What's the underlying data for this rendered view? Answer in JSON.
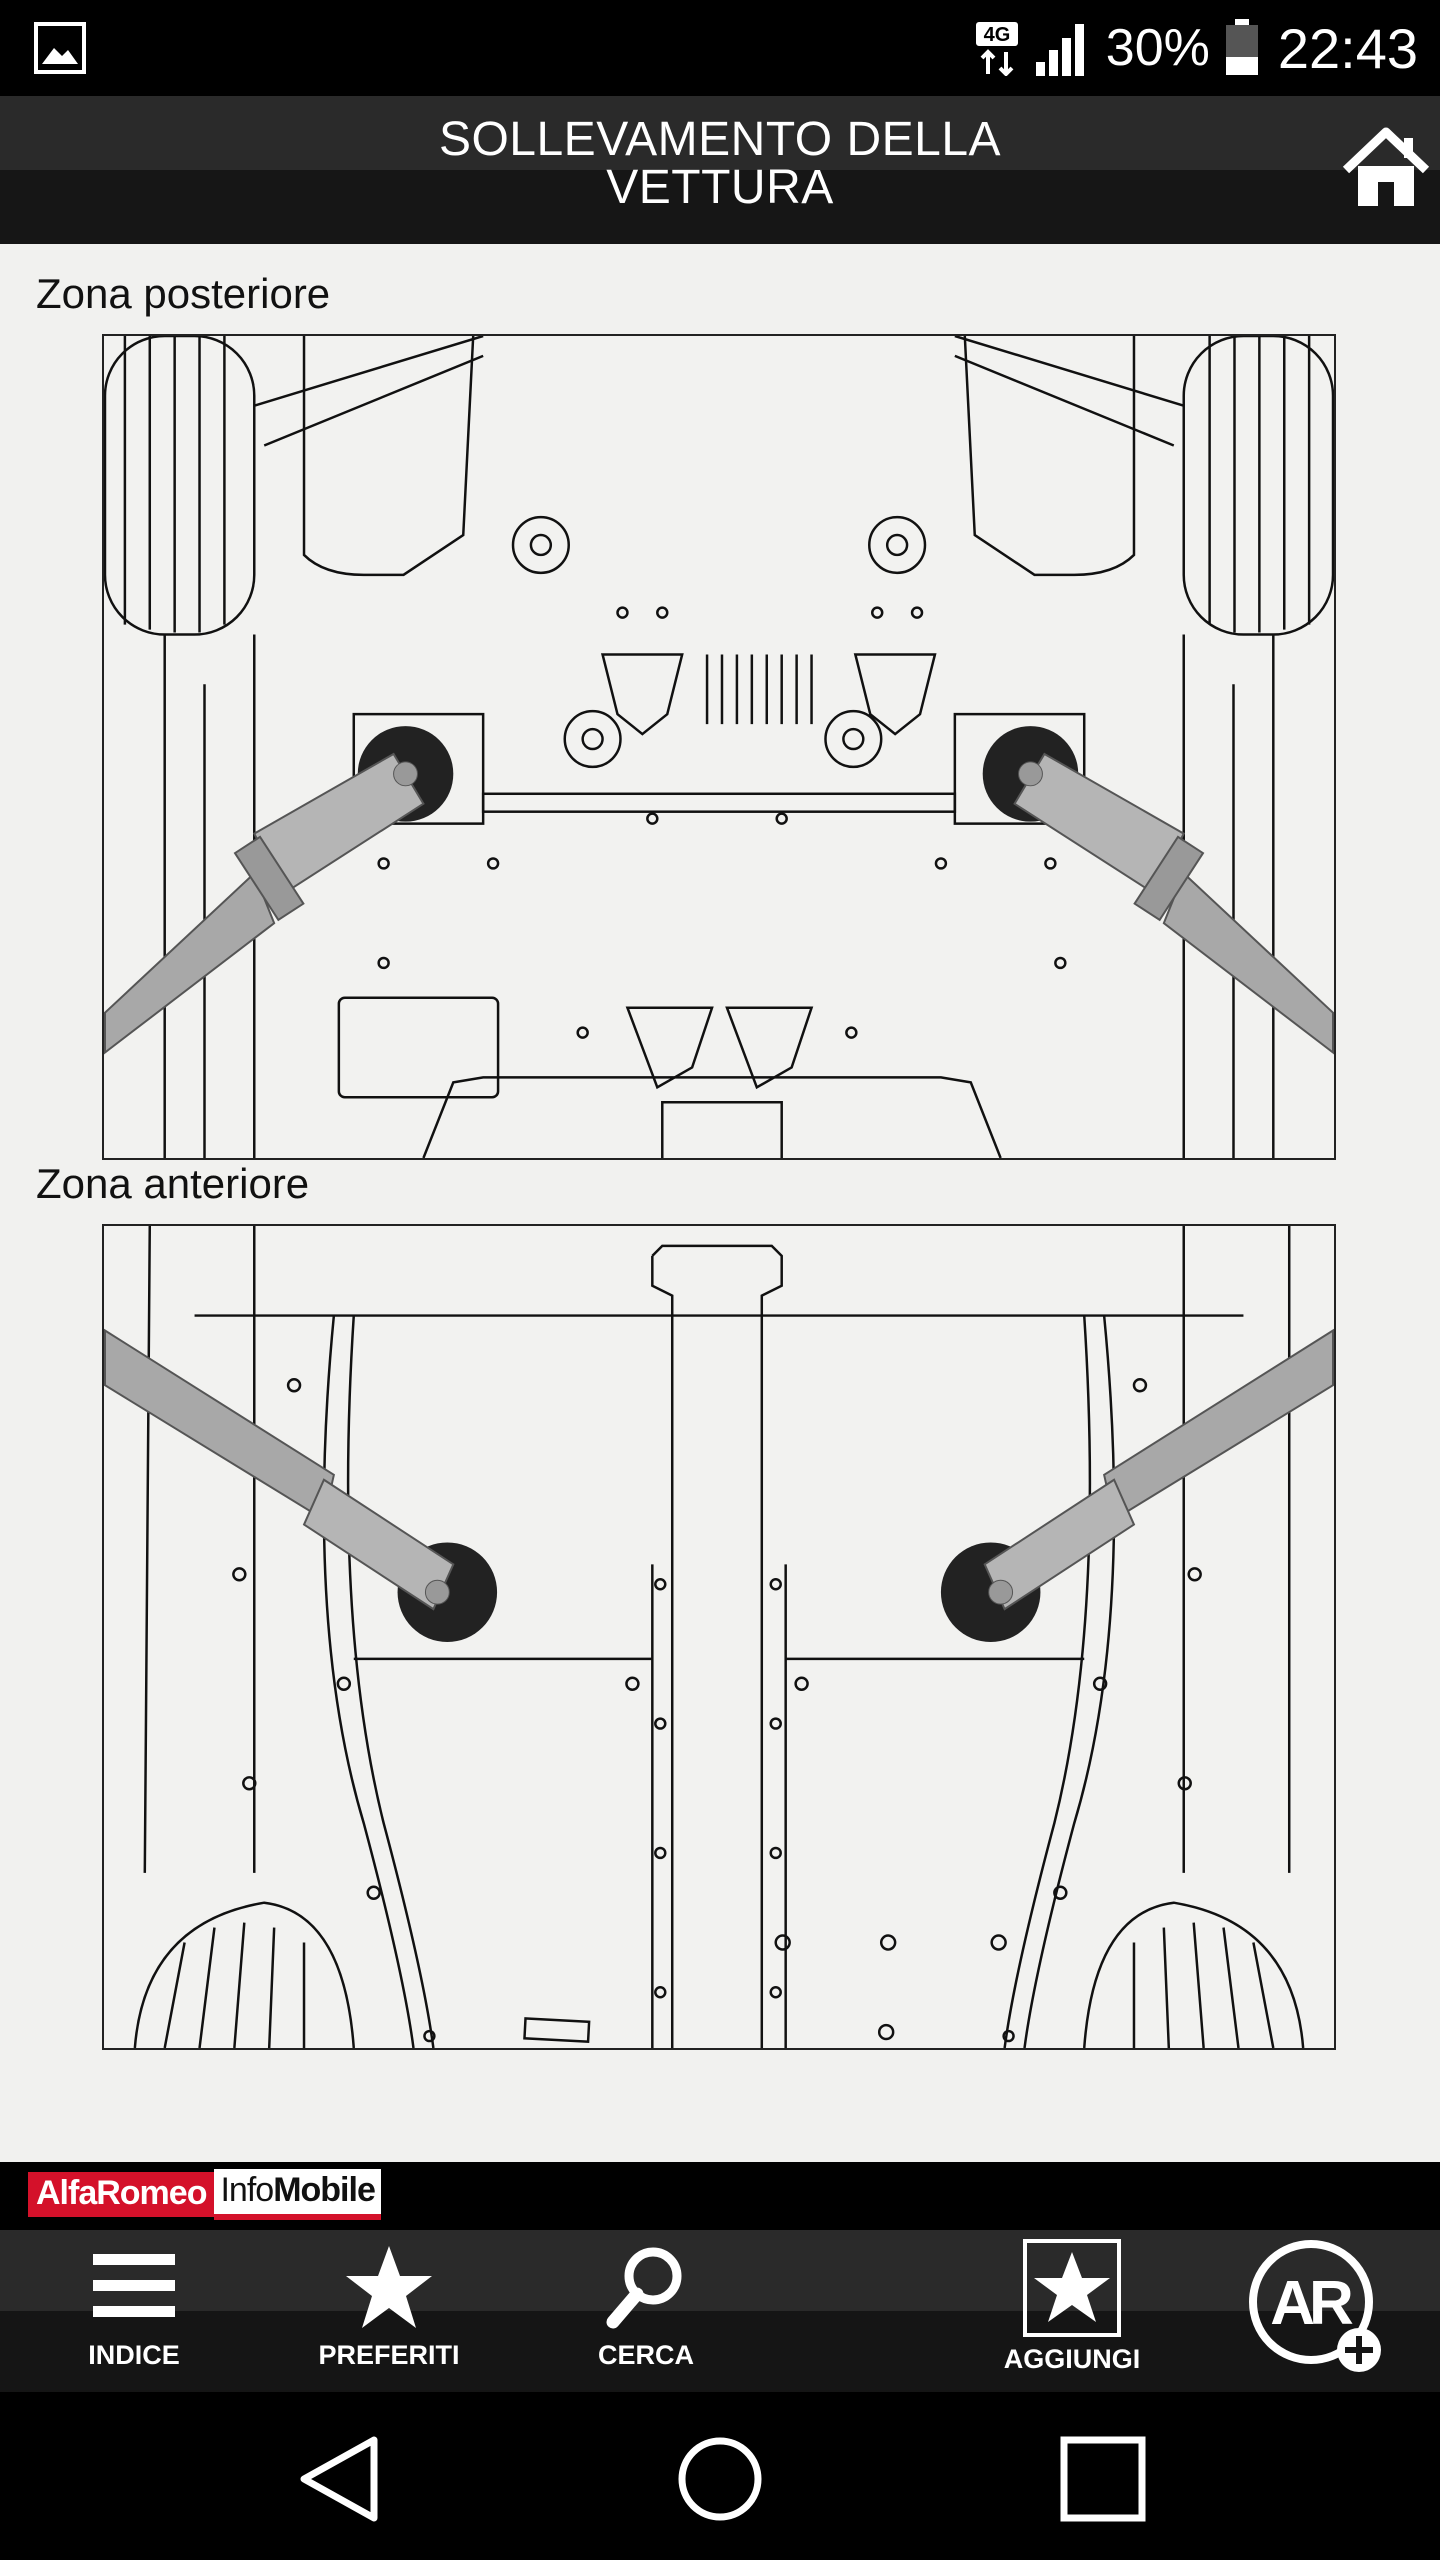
{
  "status_bar": {
    "network": "4G",
    "battery_percent": "30%",
    "time": "22:43",
    "icons": [
      "gallery-icon",
      "network-4g-icon",
      "signal-icon",
      "battery-icon"
    ]
  },
  "header": {
    "title_line1": "SOLLEVAMENTO DELLA",
    "title_line2": "VETTURA",
    "home_icon": "home-icon"
  },
  "sections": [
    {
      "title": "Zona posteriore"
    },
    {
      "title": "Zona anteriore"
    }
  ],
  "brand": {
    "alfa": "AlfaRomeo",
    "info_light": "Info",
    "info_bold": "Mobile"
  },
  "toolbar": {
    "items": [
      {
        "label": "INDICE",
        "icon": "menu-icon"
      },
      {
        "label": "PREFERITI",
        "icon": "star-icon"
      },
      {
        "label": "CERCA",
        "icon": "search-icon"
      },
      {
        "label": "AGGIUNGI",
        "icon": "star-add-icon"
      }
    ],
    "ar_icon": "ar-plus-icon"
  },
  "nav": {
    "icons": [
      "back-icon",
      "home-circle-icon",
      "recents-icon"
    ]
  },
  "colors": {
    "brand_red": "#d4112a",
    "content_bg": "#f1f1ef"
  }
}
